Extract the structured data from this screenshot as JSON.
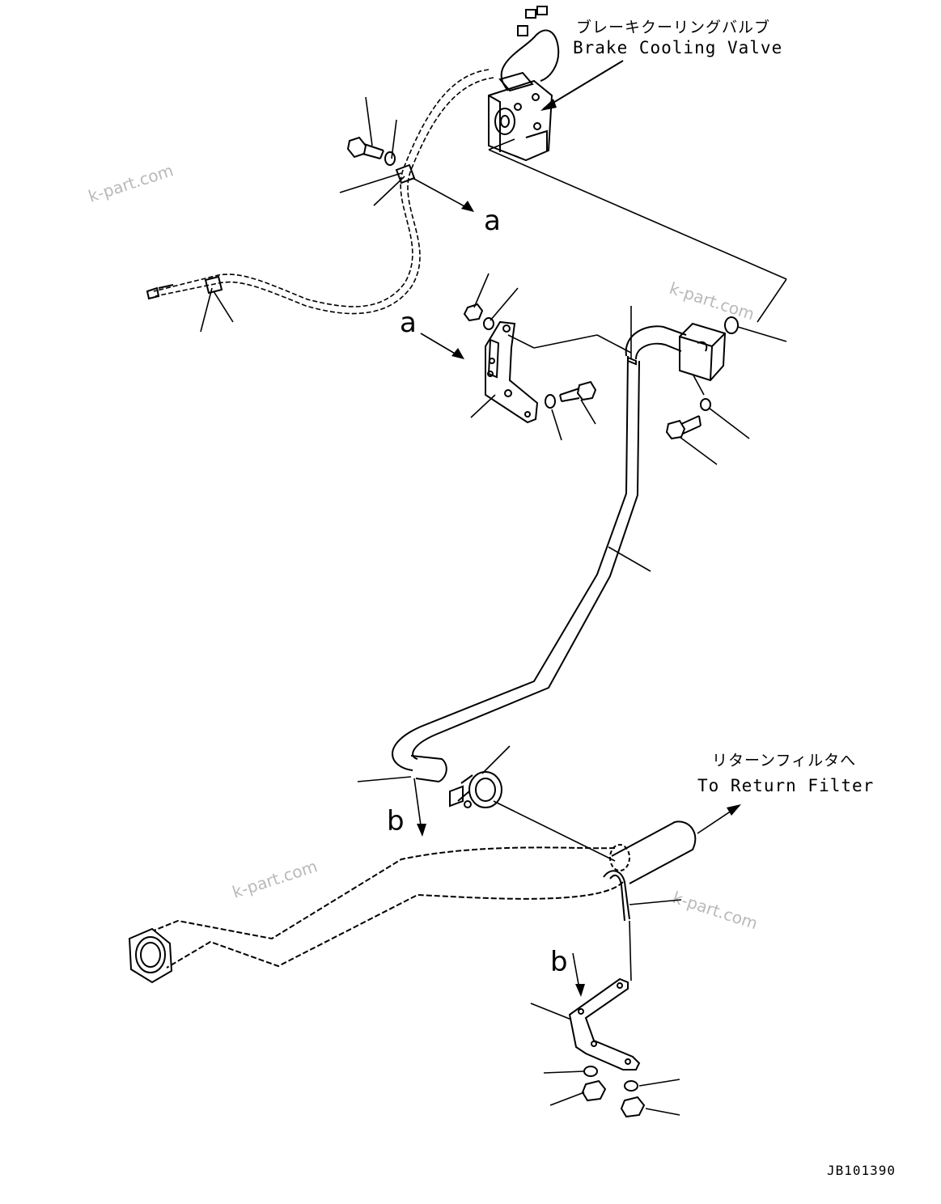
{
  "callouts": {
    "brake_cooling_valve": {
      "jp": "ブレーキクーリングバルブ",
      "en": "Brake Cooling Valve"
    },
    "return_filter": {
      "jp": "リターンフィルタへ",
      "en": "To Return Filter"
    }
  },
  "view_refs": {
    "a_upper": "a",
    "a_lower": "a",
    "b_upper": "b",
    "b_lower": "b"
  },
  "watermarks": [
    "k-part.com",
    "k-part.com",
    "k-part.com",
    "k-part.com"
  ],
  "drawing_code": "JB101390",
  "colors": {
    "line": "#000000",
    "watermark": "#b9b9b9",
    "background": "#ffffff"
  }
}
